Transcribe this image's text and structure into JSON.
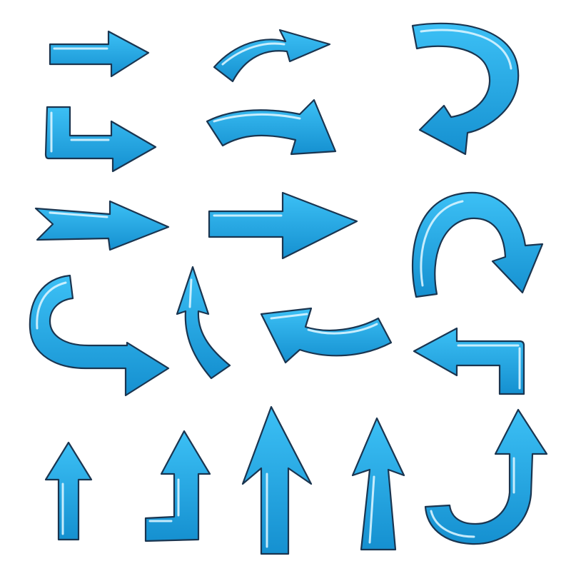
{
  "style": {
    "arrow_fill": "#22a7e6",
    "arrow_fill_dark": "#1184c4",
    "outline": "#1a3550",
    "highlight": "#d8f4ff",
    "background": "#ffffff"
  },
  "arrows": [
    {
      "id": "straight-right-thin",
      "icon": "arrow-right-icon"
    },
    {
      "id": "curved-right-thin",
      "icon": "curved-arrow-right-icon"
    },
    {
      "id": "u-turn-down-left",
      "icon": "u-turn-arrow-icon"
    },
    {
      "id": "elbow-right",
      "icon": "elbow-arrow-right-icon"
    },
    {
      "id": "curved-right-wide",
      "icon": "curved-arrow-right-icon"
    },
    {
      "id": "feathered-right",
      "icon": "arrow-right-icon"
    },
    {
      "id": "straight-right-large",
      "icon": "arrow-right-icon"
    },
    {
      "id": "u-turn-down-right",
      "icon": "u-turn-arrow-icon"
    },
    {
      "id": "hook-right",
      "icon": "hook-arrow-right-icon"
    },
    {
      "id": "wavy-up",
      "icon": "wavy-arrow-up-icon"
    },
    {
      "id": "curved-left",
      "icon": "curved-arrow-left-icon"
    },
    {
      "id": "elbow-left",
      "icon": "elbow-arrow-left-icon"
    },
    {
      "id": "straight-up-small",
      "icon": "arrow-up-icon"
    },
    {
      "id": "elbow-up",
      "icon": "elbow-arrow-up-icon"
    },
    {
      "id": "straight-up-large",
      "icon": "arrow-up-icon"
    },
    {
      "id": "tapered-up",
      "icon": "arrow-up-icon"
    },
    {
      "id": "hook-up",
      "icon": "hook-arrow-up-icon"
    }
  ]
}
